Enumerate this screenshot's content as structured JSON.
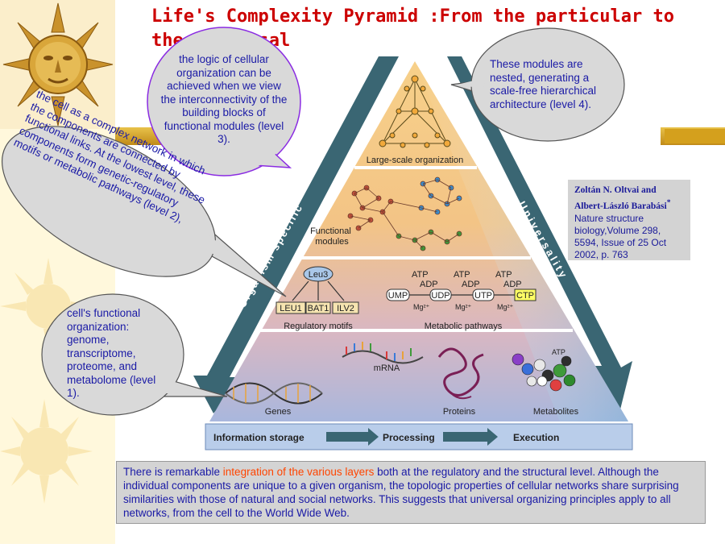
{
  "slide": {
    "title": "Life's Complexity Pyramid :From the particular to the universal"
  },
  "pyramid": {
    "levels": {
      "level4": "Large-scale organization",
      "level3": "Functional modules",
      "level2_left": "Regulatory motifs",
      "level2_right": "Metabolic pathways",
      "level1": [
        "Genes",
        "mRNA",
        "Proteins",
        "Metabolites"
      ]
    },
    "regulatory_motif": {
      "top": "Leu3",
      "targets": [
        "LEU1",
        "BAT1",
        "ILV2"
      ]
    },
    "metabolic_pathway": {
      "nodes": [
        "UMP",
        "UDP",
        "UTP",
        "CTP"
      ],
      "cofactors": [
        "ATP",
        "ADP",
        "ATP",
        "ADP",
        "ATP",
        "ADP"
      ],
      "ions": [
        "Mg²⁺",
        "Mg²⁺",
        "Mg²⁺"
      ],
      "atp_label": "ATP"
    },
    "side_left": "Organism specific",
    "side_right": "Universality",
    "bottom_bar": [
      "Information storage",
      "Processing",
      "Execution"
    ]
  },
  "bubbles": {
    "level3": "the logic of cellular organization can be achieved when we view the interconnectivity of the building blocks of functional modules (level 3).",
    "level4": "These modules are nested, generating a scale-free hierarchical architecture (level 4).",
    "level2": "the cell as a complex network in which the components are connected by functional links. At the lowest level, these components form genetic-regulatory motifs or metabolic pathways (level 2),",
    "level1": "cell's functional organization: genome, transcriptome, proteome, and metabolome (level 1)."
  },
  "citation": {
    "authors": "Zoltán N. Oltvai and Albert-László Barabási",
    "marker": "*",
    "journal": "Nature structure biology,Volume 298, 5594, Issue of 25 Oct 2002, p. 763"
  },
  "summary": {
    "before": "There is remarkable ",
    "highlight": "integration of the various layers",
    "after": " both at the regulatory and the structural level. Although the individual components are unique to a given organism, the topologic properties of cellular networks share surprising similarities with those of natural and social networks. This suggests that universal organizing principles apply to all networks, from the cell to the World Wide Web."
  },
  "colors": {
    "title": "#cc0000",
    "bubble_text": "#1a1aa6",
    "highlight": "#ff4500",
    "arrow_teal": "#3a6673",
    "sun": "#e8b43a"
  }
}
